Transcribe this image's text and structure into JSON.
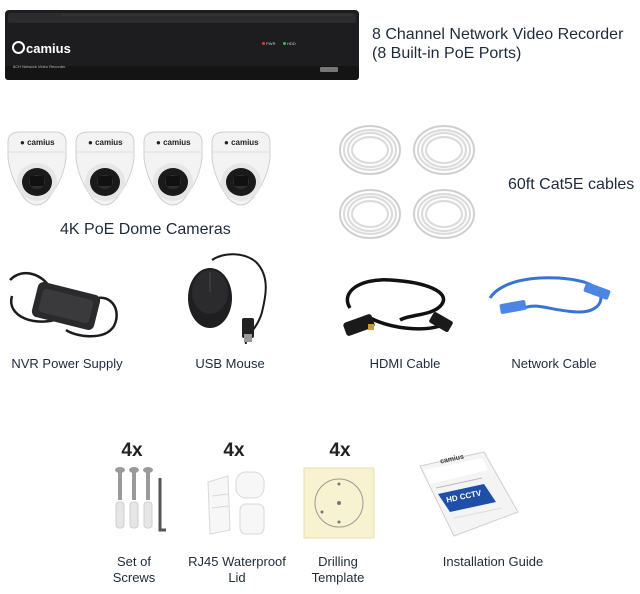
{
  "nvr": {
    "brand": "camius",
    "model_text": "8CH Network Video Recorder",
    "led_pwr": "PWR",
    "led_hdd": "HDD",
    "title_line1": "8 Channel Network Video Recorder",
    "title_line2": "(8 Built-in PoE Ports)"
  },
  "cameras": {
    "brand": "camius",
    "label": "4K PoE Dome Cameras",
    "count": 4
  },
  "cables": {
    "label": "60ft Cat5E cables"
  },
  "accessories": [
    {
      "label": "NVR Power Supply"
    },
    {
      "label": "USB Mouse"
    },
    {
      "label": "HDMI Cable"
    },
    {
      "label": "Network Cable"
    }
  ],
  "kit": [
    {
      "qty": "4x",
      "label_line1": "Set of",
      "label_line2": "Screws"
    },
    {
      "qty": "4x",
      "label_line1": "RJ45 Waterproof",
      "label_line2": "Lid"
    },
    {
      "qty": "4x",
      "label_line1": "Drilling",
      "label_line2": "Template"
    },
    {
      "qty": "",
      "label_line1": "Installation Guide",
      "label_line2": ""
    }
  ],
  "guide": {
    "brand": "camius",
    "cover_text": "HD CCTV"
  },
  "colors": {
    "nvr_body": "#1d1d1f",
    "led_red": "#e23b2e",
    "led_green": "#35c24a",
    "network_cable": "#3a73d6",
    "camera_white": "#f2f2f2"
  }
}
